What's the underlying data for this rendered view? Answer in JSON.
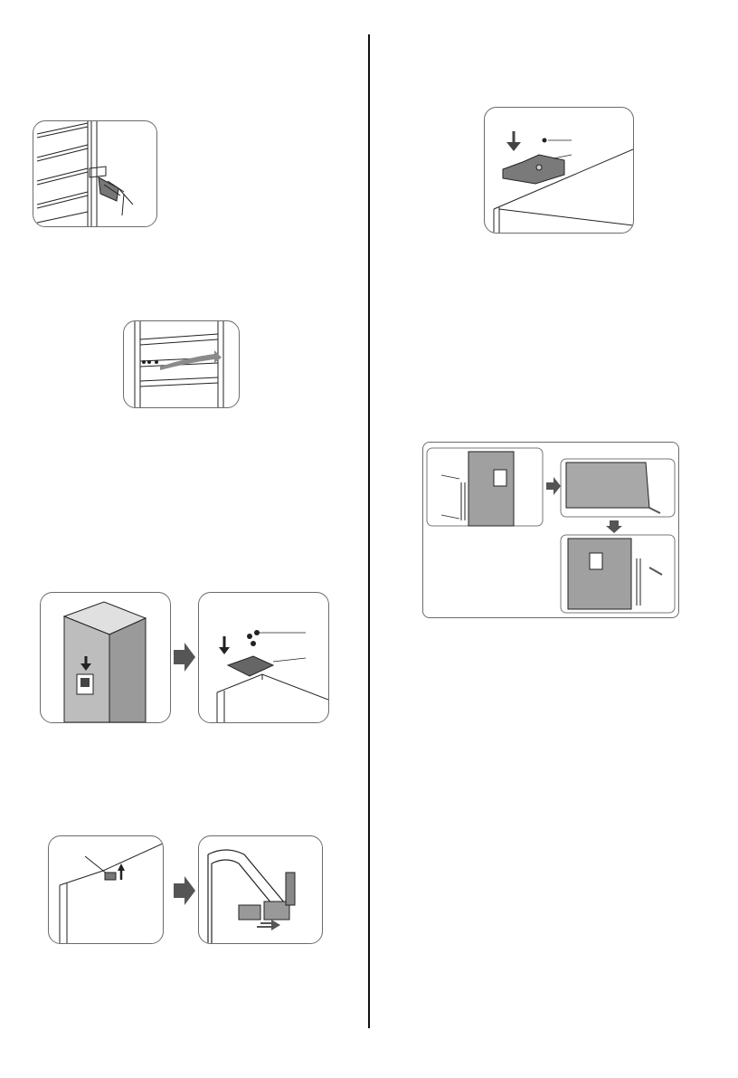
{
  "figures": [
    {
      "name": "door-shelves-removal"
    },
    {
      "name": "shelf-strip-removal"
    },
    {
      "name": "fridge-top-hinge-cover"
    },
    {
      "name": "top-hinge-screws"
    },
    {
      "name": "connector-cover"
    },
    {
      "name": "cable-connector"
    },
    {
      "name": "hinge-cover-screw"
    },
    {
      "name": "door-hinge-transfer"
    }
  ],
  "colors": {
    "line": "#1a1a1a",
    "grey_panel": "#9a9a9a",
    "arrow": "#555555",
    "border": "#6b6b6b"
  }
}
